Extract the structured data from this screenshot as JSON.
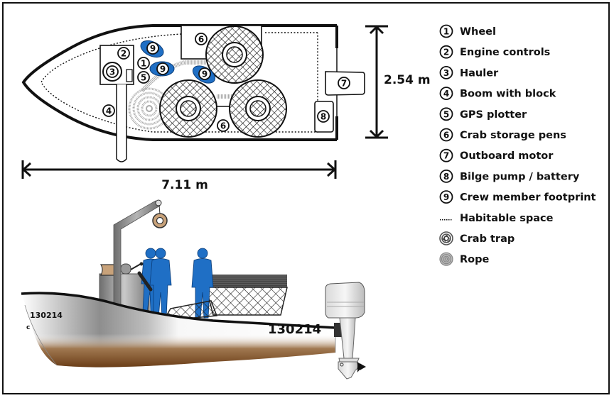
{
  "diagram": {
    "dimensions": {
      "length_label": "7.11 m",
      "width_label": "2.54 m"
    },
    "plan_markers": [
      "1",
      "2",
      "3",
      "4",
      "5",
      "6",
      "6",
      "7",
      "8",
      "9",
      "9",
      "9"
    ],
    "hull_numbers": {
      "bow": "130214",
      "side": "130214"
    },
    "legend": [
      {
        "marker": "1",
        "label": "Wheel",
        "icon": "circled-1-icon"
      },
      {
        "marker": "2",
        "label": "Engine controls",
        "icon": "circled-2-icon"
      },
      {
        "marker": "3",
        "label": "Hauler",
        "icon": "circled-3-icon"
      },
      {
        "marker": "4",
        "label": "Boom with block",
        "icon": "circled-4-icon"
      },
      {
        "marker": "5",
        "label": "GPS plotter",
        "icon": "circled-5-icon"
      },
      {
        "marker": "6",
        "label": "Crab storage pens",
        "icon": "circled-6-icon"
      },
      {
        "marker": "7",
        "label": "Outboard motor",
        "icon": "circled-7-icon"
      },
      {
        "marker": "8",
        "label": "Bilge pump / battery",
        "icon": "circled-8-icon"
      },
      {
        "marker": "9",
        "label": "Crew member footprint",
        "icon": "circled-9-icon"
      },
      {
        "marker": "",
        "label": "Habitable space",
        "icon": "dotted-line-icon"
      },
      {
        "marker": "",
        "label": "Crab trap",
        "icon": "crab-trap-icon"
      },
      {
        "marker": "",
        "label": "Rope",
        "icon": "rope-coil-icon"
      }
    ],
    "colors": {
      "crew_blue": "#1f6fc5",
      "outline": "#111111",
      "rope_gray": "#aaaaaa",
      "hull_bottom_brown": "#7a4a22",
      "boom_gray": "#8a8a8a"
    }
  }
}
